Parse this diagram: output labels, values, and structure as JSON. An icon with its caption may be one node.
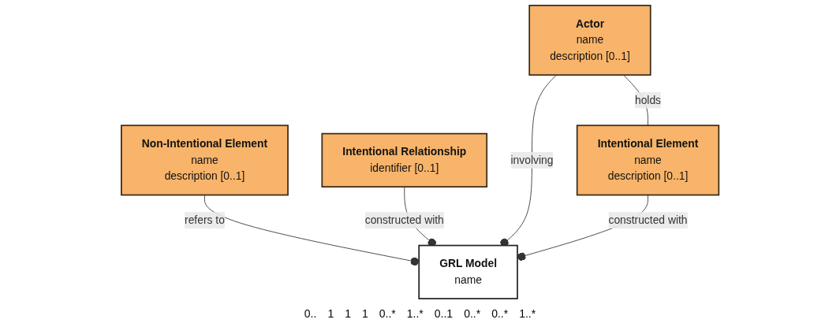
{
  "diagram": {
    "nodes": [
      {
        "text": [
          "GRL Model",
          "name"
        ]
      },
      {
        "text": [
          "Non-Intentional Element",
          "name",
          "description [0..1]"
        ]
      },
      {
        "text": [
          "Intentional Relationship",
          "identifier [0..1]"
        ]
      },
      {
        "text": [
          "Actor",
          "name",
          "description [0..1]"
        ]
      },
      {
        "text": [
          "Intentional Element",
          "name",
          "description [0..1]"
        ]
      }
    ],
    "edges": [
      {
        "from": 1,
        "to": 0,
        "arrow": "other",
        "label": "refers to"
      },
      {
        "from": 2,
        "to": 0,
        "arrow": "other",
        "label": "constructed with"
      },
      {
        "from": 3,
        "to": 0,
        "arrow": "other",
        "label": "involving"
      },
      {
        "from": 4,
        "to": 0,
        "arrow": "other",
        "label": "constructed with"
      },
      {
        "from": 3,
        "to": 4,
        "arrow": "none",
        "label": "holds"
      }
    ],
    "labels": [
      "0..",
      "1",
      "1",
      "1",
      "0..*",
      "1..*",
      "0..1",
      "0..*",
      "0..*",
      "1..*"
    ]
  }
}
